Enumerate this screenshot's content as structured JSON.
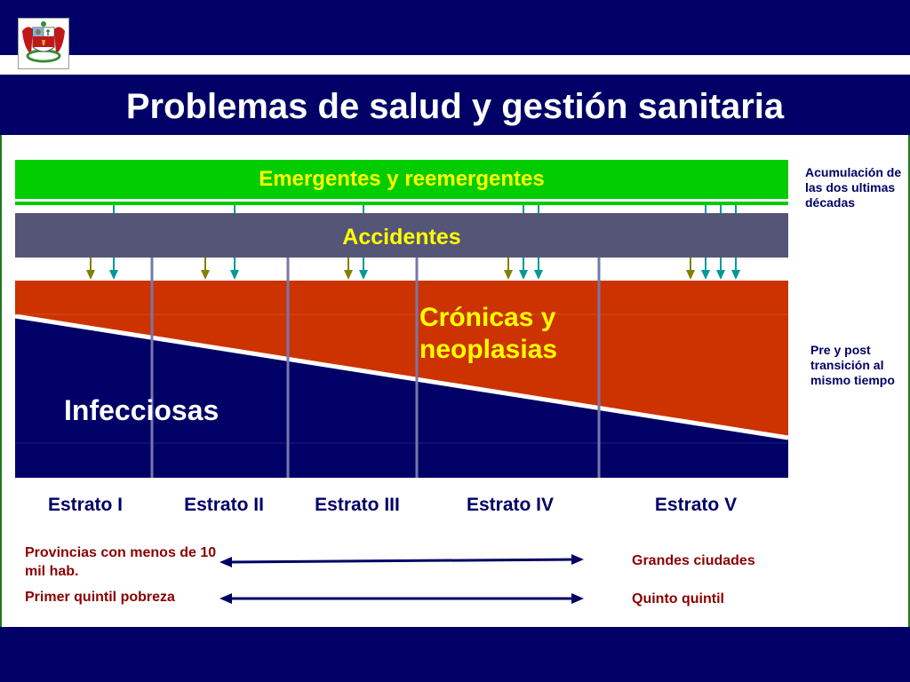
{
  "title": "Problemas de salud y gestión sanitaria",
  "bands": {
    "emergentes": "Emergentes y reemergentes",
    "accidentes": "Accidentes",
    "cronicas": "Crónicas y neoplasias",
    "infecciosas": "Infecciosas"
  },
  "notes": {
    "acumulacion": "Acumulación de las dos ultimas décadas",
    "transicion": "Pre y post transición al mismo tiempo"
  },
  "estratos": [
    "Estrato I",
    "Estrato II",
    "Estrato III",
    "Estrato IV",
    "Estrato V"
  ],
  "ranges": {
    "left_top": "Provincias con menos de 10 mil hab.",
    "left_bottom": "Primer quintil pobreza",
    "right_top": "Grandes ciudades",
    "right_bottom": "Quinto quintil"
  },
  "colors": {
    "navy": "#000066",
    "green": "#00cc00",
    "accidentes": "#555577",
    "cronicas": "#cc3300",
    "label_yellow": "#ffff00",
    "dark_red": "#8b0000",
    "arrow_olive": "#808000",
    "arrow_teal": "#009999",
    "divider": "#7777aa"
  },
  "icons": {
    "logo": "peru-coat-of-arms-icon"
  }
}
